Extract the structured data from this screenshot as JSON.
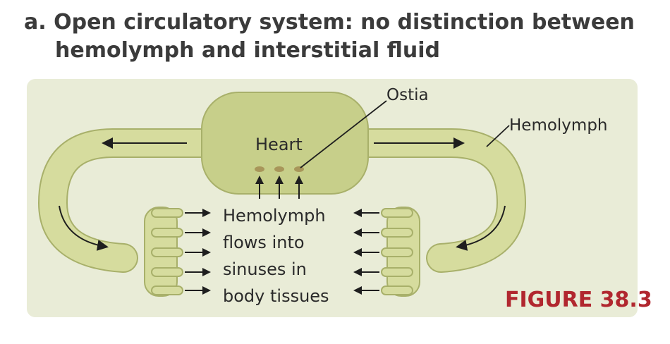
{
  "title": {
    "line1": "a.  Open circulatory system: no distinction between",
    "line2": "hemolymph and interstitial fluid"
  },
  "labels": {
    "ostia": "Ostia",
    "hemolymph": "Hemolymph",
    "heart": "Heart",
    "flow_text": [
      "Hemolymph",
      "flows into",
      "sinuses in",
      "body tissues"
    ]
  },
  "figure_label": "FIGURE 38.3",
  "colors": {
    "panel": "#e9ecd7",
    "vessel_fill": "#d6dc9e",
    "vessel_edge": "#a8b06a",
    "arrow": "#1e1e1e",
    "figure_label": "#b1272f"
  }
}
